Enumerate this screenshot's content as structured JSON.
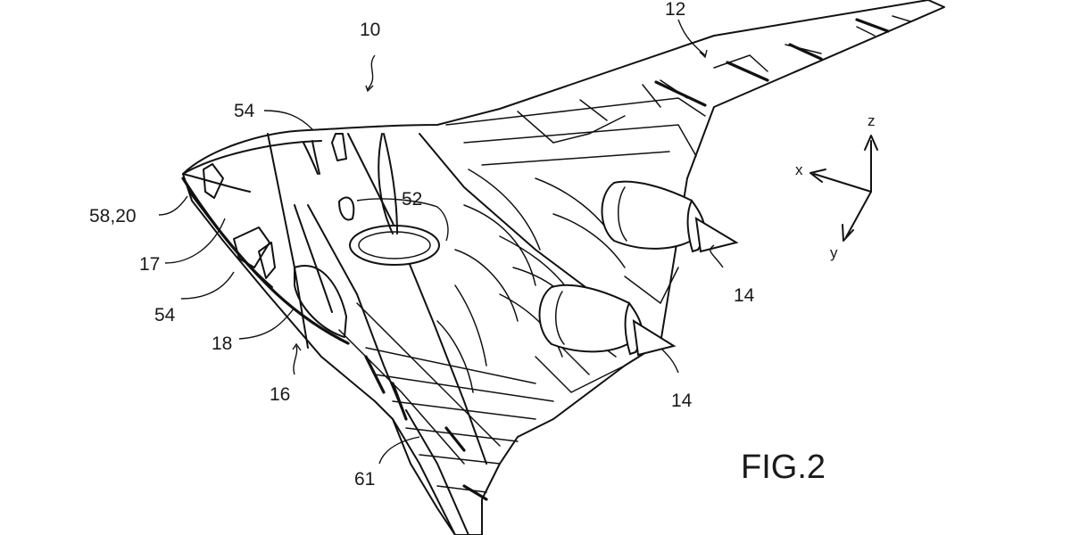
{
  "figure": {
    "caption": "FIG.2",
    "reference_labels": {
      "aircraft": "10",
      "wing_tip": "12",
      "engine_upper": "14",
      "engine_lower": "14",
      "lower_wing": "16",
      "nose_panel": "17",
      "fuselage_panel": "18",
      "hatch": "52",
      "vent_top": "54",
      "vent_side": "54",
      "nose_edge": "58,20",
      "lower_wing_spar": "61"
    },
    "axes": {
      "x": "x",
      "y": "y",
      "z": "z"
    }
  }
}
